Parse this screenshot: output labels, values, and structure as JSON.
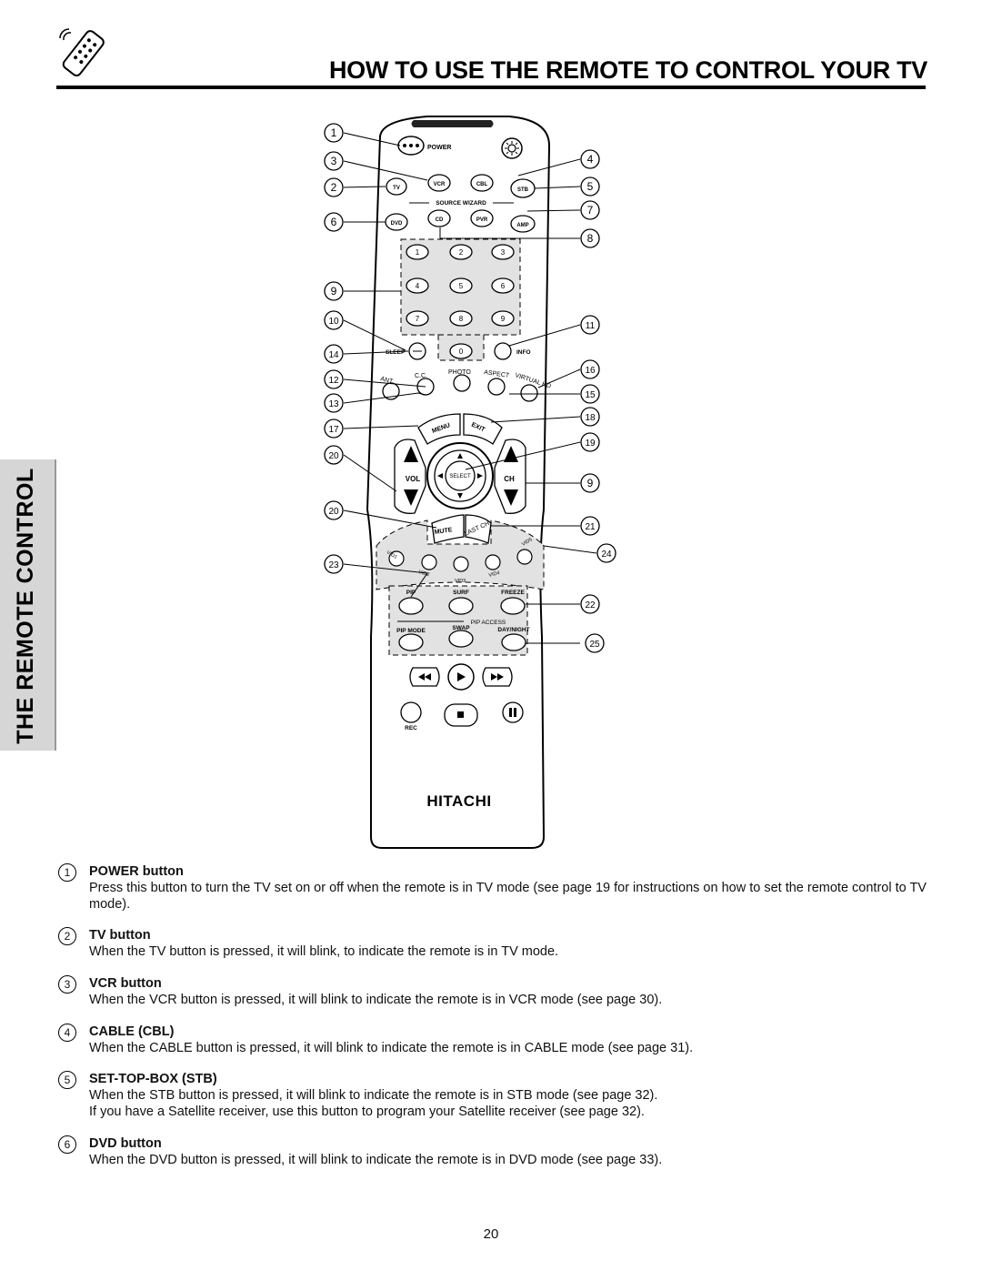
{
  "header": {
    "title": "HOW TO USE THE REMOTE TO CONTROL YOUR TV"
  },
  "side_tab": {
    "label": "THE REMOTE CONTROL"
  },
  "remote": {
    "brand": "HITACHI",
    "labels": {
      "power": "POWER",
      "tv": "TV",
      "vcr": "VCR",
      "cbl": "CBL",
      "stb": "STB",
      "source_wizard": "SOURCE WIZARD",
      "dvd": "DVD",
      "cd": "CD",
      "pvr": "PVR",
      "amp": "AMP",
      "sleep": "SLEEP",
      "info": "INFO",
      "ant": "ANT",
      "cc": "C.C.",
      "photo": "PHOTO",
      "aspect": "ASPECT",
      "virtual_hd": "VIRTUAL HD",
      "menu": "MENU",
      "exit": "EXIT",
      "select": "SELECT",
      "vol": "VOL",
      "ch": "CH",
      "mute": "MUTE",
      "last_ch": "LAST CH",
      "vid1": "VID1",
      "vid2": "VID2",
      "vid3": "VID3",
      "vid4": "VID4",
      "vid5": "VID5",
      "pip": "PIP",
      "surf": "SURF",
      "freeze": "FREEZE",
      "pip_access": "PIP ACCESS",
      "pip_mode": "PIP MODE",
      "swap": "SWAP",
      "day_night": "DAY/NIGHT",
      "rec": "REC"
    },
    "digits": [
      "1",
      "2",
      "3",
      "4",
      "5",
      "6",
      "7",
      "8",
      "9",
      "0"
    ],
    "callouts_left": [
      "1",
      "3",
      "2",
      "6",
      "9",
      "10",
      "14",
      "12",
      "13",
      "17",
      "20",
      "20",
      "23"
    ],
    "callouts_right": [
      "4",
      "5",
      "7",
      "8",
      "11",
      "16",
      "15",
      "18",
      "19",
      "9",
      "21",
      "24",
      "22",
      "25"
    ]
  },
  "descriptions": [
    {
      "num": "1",
      "title": "POWER button",
      "text": "Press this button to turn the TV set on or off when the remote is in TV mode  (see page 19 for instructions on how to set the remote control to TV mode)."
    },
    {
      "num": "2",
      "title": "TV button",
      "text": "When the TV button is pressed, it will blink, to indicate the remote is in TV mode."
    },
    {
      "num": "3",
      "title": "VCR button",
      "text": "When the VCR button is pressed, it will blink to indicate the remote is in VCR mode (see page 30)."
    },
    {
      "num": "4",
      "title": "CABLE (CBL)",
      "text": "When the CABLE button is pressed, it will blink to indicate the remote is in CABLE mode (see page 31)."
    },
    {
      "num": "5",
      "title": "SET-TOP-BOX (STB)",
      "text": "When the STB button is pressed, it will blink to indicate the remote is in STB mode (see page 32).",
      "text2": "If you have a Satellite receiver, use this button to program your Satellite receiver (see page 32)."
    },
    {
      "num": "6",
      "title": "DVD button",
      "text": "When the DVD button is pressed, it will blink to indicate the remote is in DVD mode (see page 33)."
    }
  ],
  "footer": {
    "page_number": "20"
  }
}
